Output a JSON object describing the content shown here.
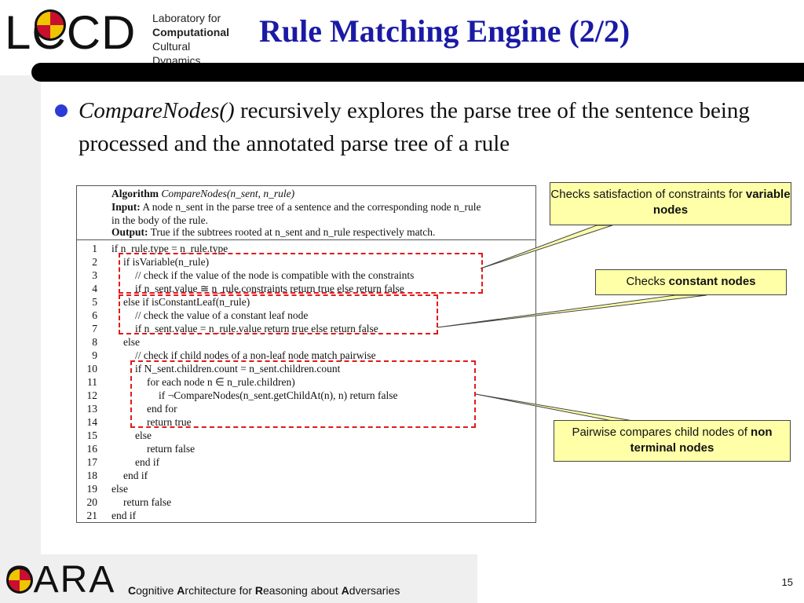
{
  "header": {
    "logo_letters": "LCCD",
    "logo_line1": "Laboratory for",
    "logo_line2": "Computational",
    "logo_line3": "Cultural Dynamics",
    "title": "Rule Matching Engine (2/2)"
  },
  "bullet": {
    "lead": "CompareNodes()",
    "rest": " recursively explores the parse tree of the sentence being processed and the annotated parse tree of a rule"
  },
  "algorithm": {
    "name_label": "Algorithm",
    "name": "CompareNodes(n_sent, n_rule)",
    "input_label": "Input:",
    "input_text": "A node n_sent in the parse tree of a sentence and the corresponding node n_rule",
    "input_text2": "in the body of the rule.",
    "output_label": "Output:",
    "output_text": "True if the subtrees rooted at n_sent and n_rule respectively match.",
    "lines": [
      {
        "num": "1",
        "text": "if n_rule.type = n_rule.type"
      },
      {
        "num": "2",
        "text": "if isVariable(n_rule)"
      },
      {
        "num": "3",
        "text": "// check if the value of the node is compatible with the constraints"
      },
      {
        "num": "4",
        "text": "if n_sent.value ≅ n_rule.constraints return true else return false"
      },
      {
        "num": "5",
        "text": "else if isConstantLeaf(n_rule)"
      },
      {
        "num": "6",
        "text": "// check the value of a constant leaf node"
      },
      {
        "num": "7",
        "text": "if n_sent.value = n_rule.value return true else return false"
      },
      {
        "num": "8",
        "text": "else"
      },
      {
        "num": "9",
        "text": "// check if child nodes of a non-leaf node match pairwise"
      },
      {
        "num": "10",
        "text": "if N_sent.children.count = n_sent.children.count"
      },
      {
        "num": "11",
        "text": "for each node n ∈ n_rule.children)"
      },
      {
        "num": "12",
        "text": "if ¬CompareNodes(n_sent.getChildAt(n), n) return false"
      },
      {
        "num": "13",
        "text": "end for"
      },
      {
        "num": "14",
        "text": "return true"
      },
      {
        "num": "15",
        "text": "else"
      },
      {
        "num": "16",
        "text": "return false"
      },
      {
        "num": "17",
        "text": "end if"
      },
      {
        "num": "18",
        "text": "end if"
      },
      {
        "num": "19",
        "text": "else"
      },
      {
        "num": "20",
        "text": "return false"
      },
      {
        "num": "21",
        "text": "end if"
      }
    ]
  },
  "callouts": {
    "variable": {
      "pre": "Checks satisfaction of constraints for ",
      "bold": "variable nodes"
    },
    "constant": {
      "pre": "Checks ",
      "bold": "constant nodes"
    },
    "pairwise": {
      "pre": "Pairwise compares child nodes of ",
      "bold": "non terminal nodes"
    }
  },
  "footer": {
    "logo_letters": "CARA",
    "tagline_parts": [
      {
        "b": "C",
        "t": "ognitive "
      },
      {
        "b": "A",
        "t": "rchitecture for "
      },
      {
        "b": "R",
        "t": "easoning about "
      },
      {
        "b": "A",
        "t": "dversaries"
      }
    ],
    "page_number": "15"
  },
  "colors": {
    "title": "#1a1aa6",
    "bullet": "#2b3bd6",
    "callout_fill": "#ffffa8",
    "dash": "#e01b1b",
    "bar": "#000000"
  }
}
